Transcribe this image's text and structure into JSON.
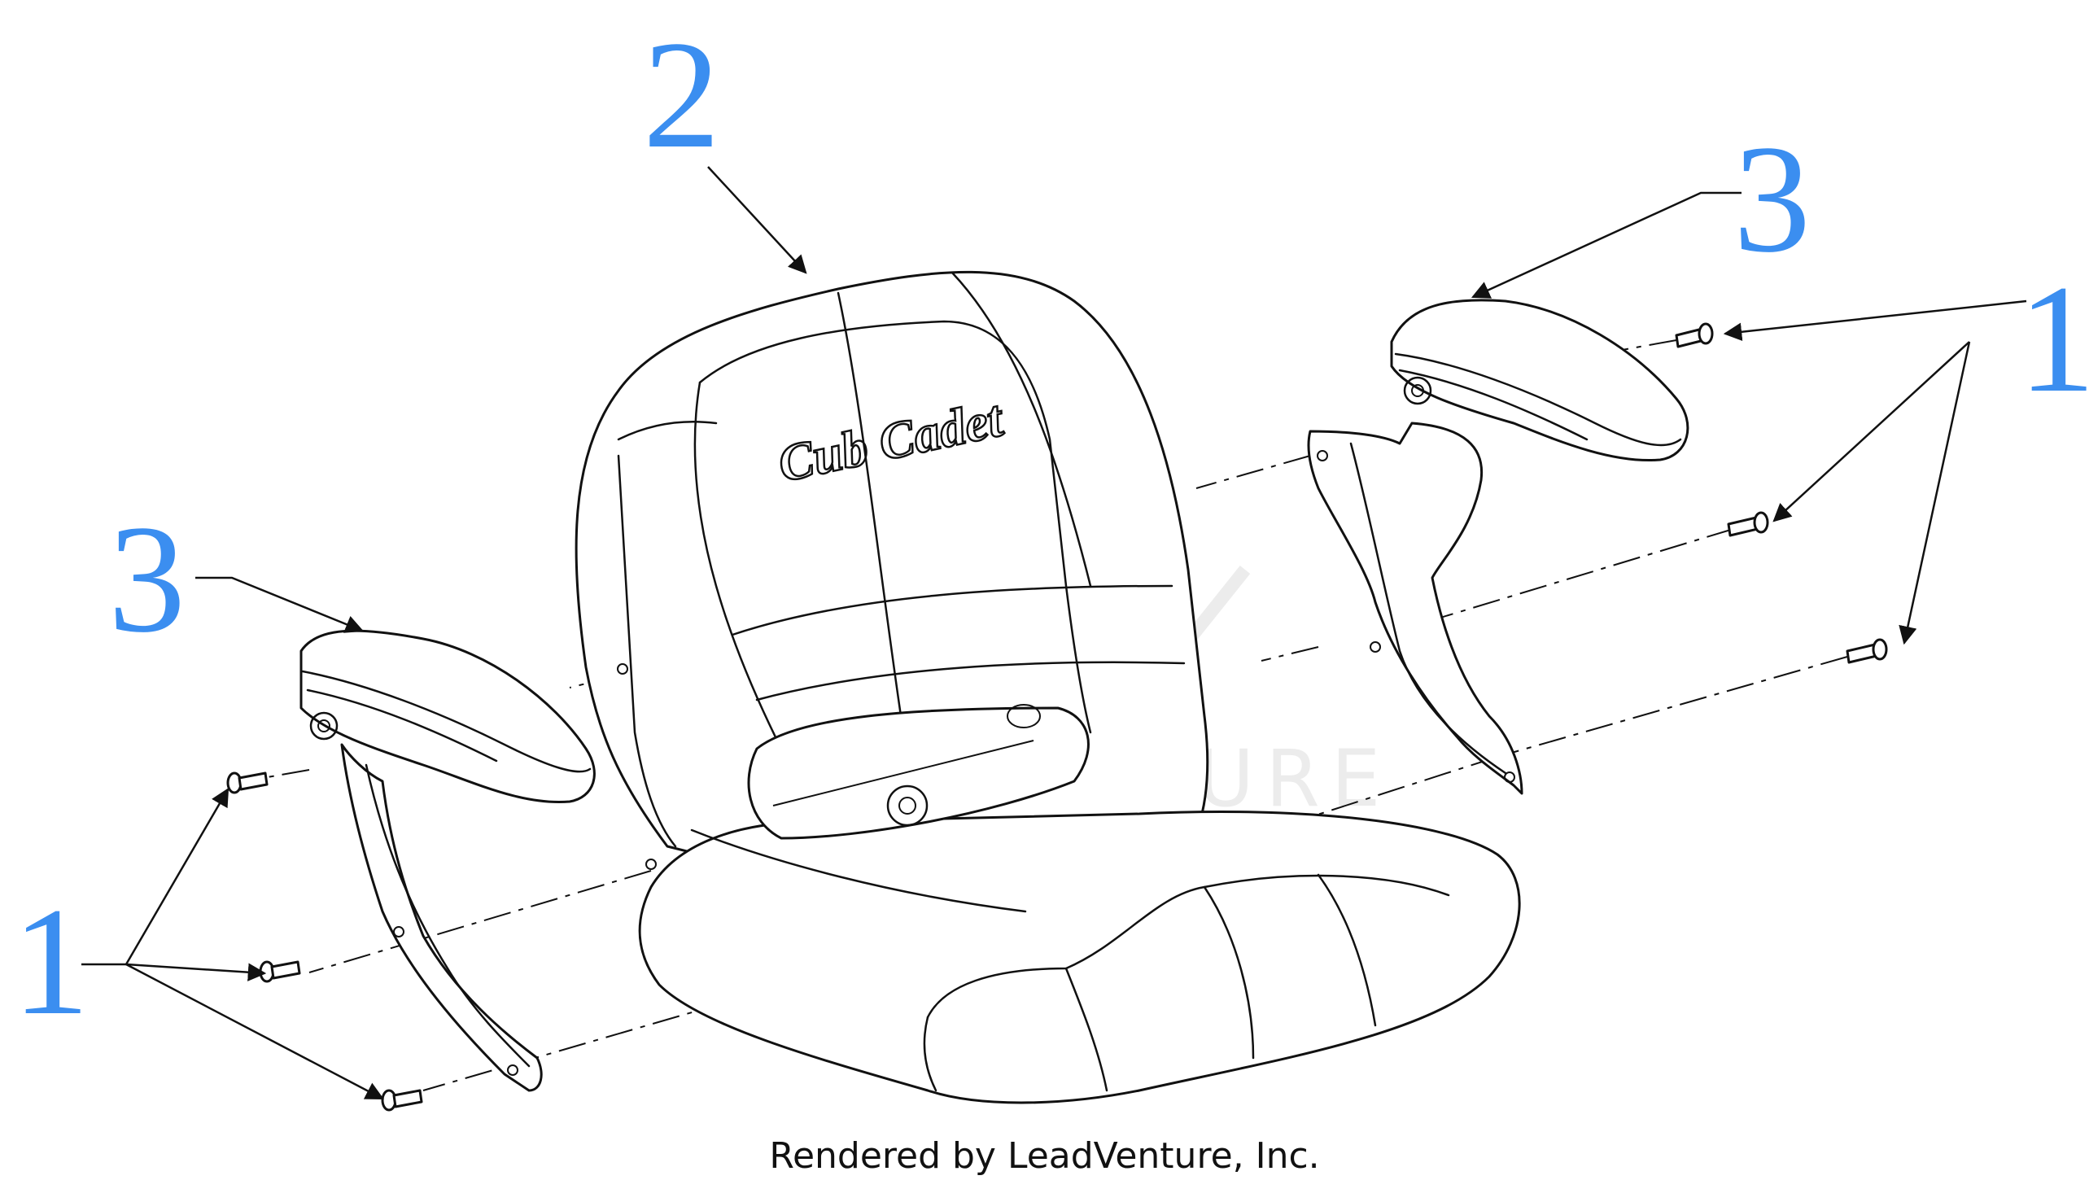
{
  "diagram": {
    "brand_logo": "Cub Cadet",
    "watermark": "LEADVENTURE",
    "callouts": {
      "seat": "2",
      "armrest_right": "3",
      "armrest_left": "3",
      "bolts_right": "1",
      "bolts_left": "1"
    }
  },
  "footer": {
    "caption": "Rendered by LeadVenture, Inc."
  }
}
